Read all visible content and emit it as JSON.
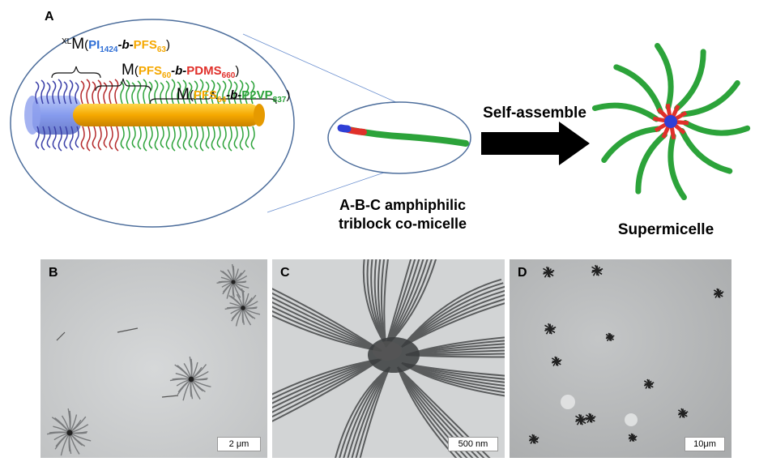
{
  "panel_a": {
    "label": "A",
    "micelle_labels": {
      "xl_prefix": "XL",
      "first": {
        "m": "M",
        "open": "(",
        "pi": "PI",
        "pi_sub": "1424",
        "sep": "-b-",
        "pfs": "PFS",
        "pfs_sub": "63",
        "close": ")"
      },
      "second": {
        "m": "M",
        "open": "(",
        "pfs": "PFS",
        "pfs_sub": "60",
        "sep": "-b-",
        "pdms": "PDMS",
        "pdms_sub": "660",
        "close": ")"
      },
      "third": {
        "m": "M",
        "open": "(",
        "pfs": "PFS",
        "pfs_sub": "64",
        "sep": "-b-",
        "p2vp": "P2VP",
        "p2vp_sub": "837",
        "close": ")"
      }
    },
    "caption_line1": "A-B-C amphiphilic",
    "caption_line2": "triblock co-micelle",
    "arrow_label": "Self-assemble",
    "supermicelle_label": "Supermicelle"
  },
  "panel_b": {
    "label": "B",
    "scale": "2 μm"
  },
  "panel_c": {
    "label": "C",
    "scale": "500 nm"
  },
  "panel_d": {
    "label": "D",
    "scale": "10μm"
  },
  "colors": {
    "blue": "#2f6fd6",
    "orange": "#f5a800",
    "red": "#e0302a",
    "green": "#2ca33a",
    "ellipse": "#4d6e9c"
  }
}
